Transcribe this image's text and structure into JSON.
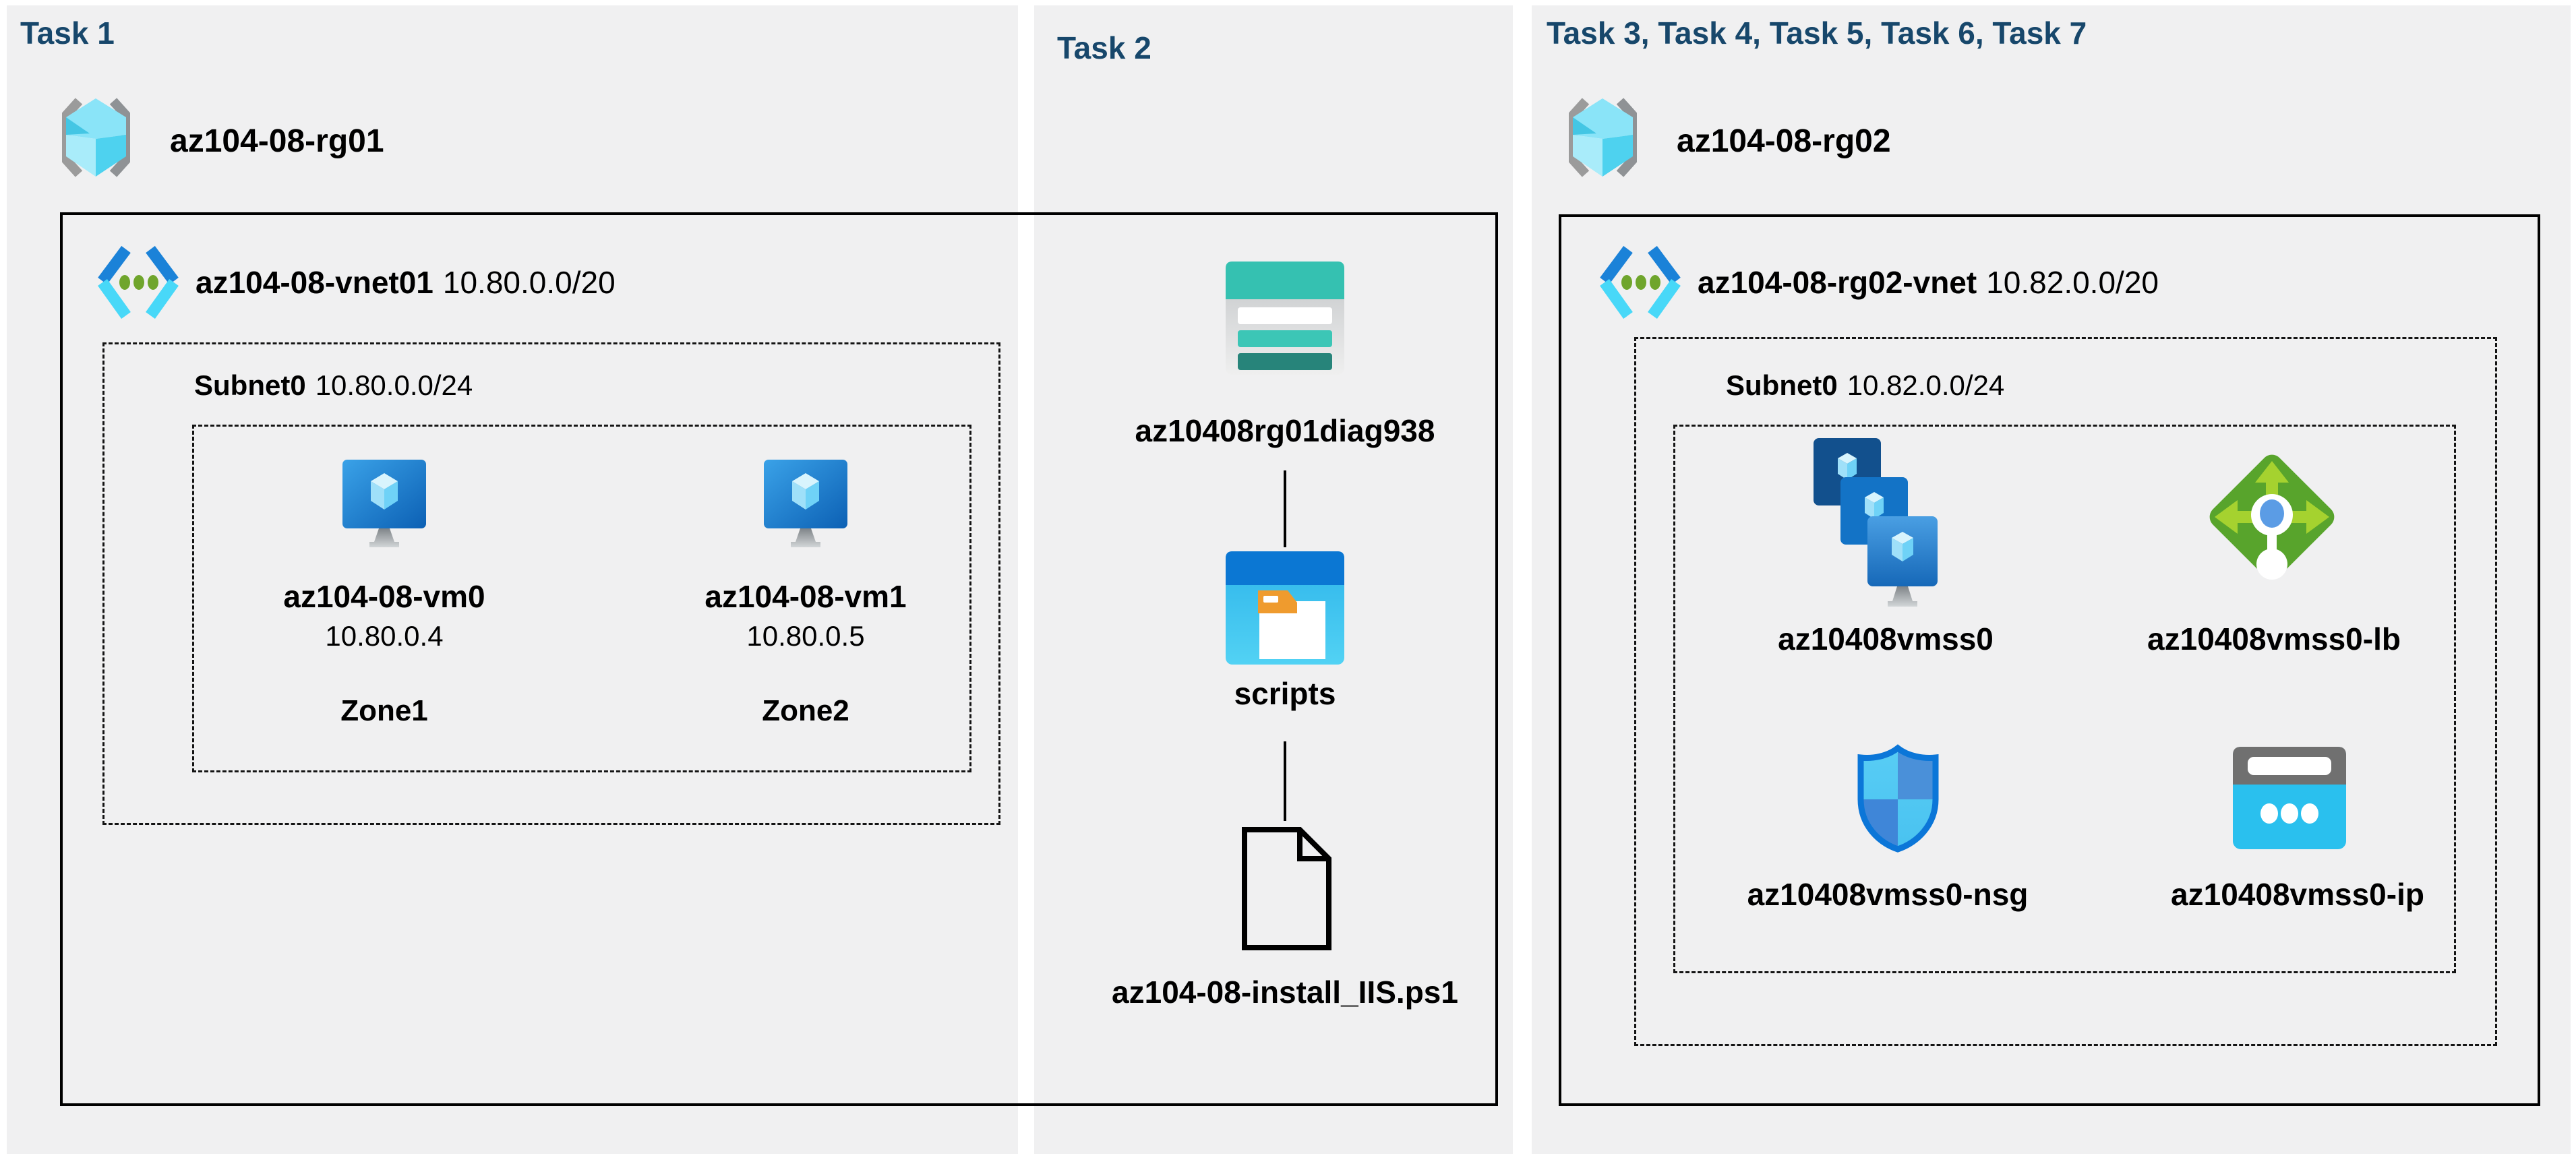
{
  "page": {
    "background": "#ffffff",
    "panel_bg": "#f0f0f1",
    "title_color": "#17476b",
    "box_border": "#000000"
  },
  "task1": {
    "title": "Task 1",
    "resource_group": "az104-08-rg01",
    "vnet_name": "az104-08-vnet01",
    "vnet_cidr": "10.80.0.0/20",
    "subnet_name": "Subnet0",
    "subnet_cidr": "10.80.0.0/24",
    "vm0_name": "az104-08-vm0",
    "vm0_ip": "10.80.0.4",
    "vm0_zone": "Zone1",
    "vm1_name": "az104-08-vm1",
    "vm1_ip": "10.80.0.5",
    "vm1_zone": "Zone2"
  },
  "task2": {
    "title": "Task 2",
    "storage_account": "az10408rg01diag938",
    "container": "scripts",
    "script_file": "az104-08-install_IIS.ps1"
  },
  "task3": {
    "title": "Task 3, Task 4, Task 5, Task 6, Task 7",
    "resource_group": "az104-08-rg02",
    "vnet_name": "az104-08-rg02-vnet",
    "vnet_cidr": "10.82.0.0/20",
    "subnet_name": "Subnet0",
    "subnet_cidr": "10.82.0.0/24",
    "vmss_name": "az10408vmss0",
    "lb_name": "az10408vmss0-lb",
    "nsg_name": "az10408vmss0-nsg",
    "ip_name": "az10408vmss0-ip"
  },
  "icons": {
    "resource_group": {
      "name": "resource-group-icon",
      "bracket": "#9b9b9b",
      "cube_top": "#8ae4f8",
      "cube_left": "#a9ecfa",
      "cube_right": "#4ed2ef"
    },
    "virtual_network": {
      "name": "virtual-network-icon",
      "chevron_top": "#1b82d8",
      "chevron_bottom": "#48d8f8",
      "dots": "#6fa52c"
    },
    "virtual_machine": {
      "name": "virtual-machine-icon",
      "screen_from": "#3aa2e8",
      "screen_to": "#0c60b4"
    },
    "storage_account": {
      "name": "storage-account-icon",
      "band": "#35c1b1",
      "row_dark": "#27847a"
    },
    "blob_container": {
      "name": "blob-container-icon",
      "header": "#0b77d3",
      "folder": "#ef9b2e"
    },
    "script_file": {
      "name": "file-icon",
      "outline": "#000000"
    },
    "vmss": {
      "name": "vm-scale-set-icon",
      "back": "#12508d",
      "mid": "#1373c6"
    },
    "load_balancer": {
      "name": "load-balancer-icon",
      "diamond": "#58a42c",
      "arrows": "#a5d22f",
      "dot": "#5b9ce5"
    },
    "nsg": {
      "name": "network-security-group-icon",
      "light": "#5fd0f5",
      "dark": "#3f86d8",
      "border": "#0b76d8"
    },
    "public_ip": {
      "name": "public-ip-icon",
      "header": "#707070",
      "body": "#2ac0ee"
    }
  }
}
